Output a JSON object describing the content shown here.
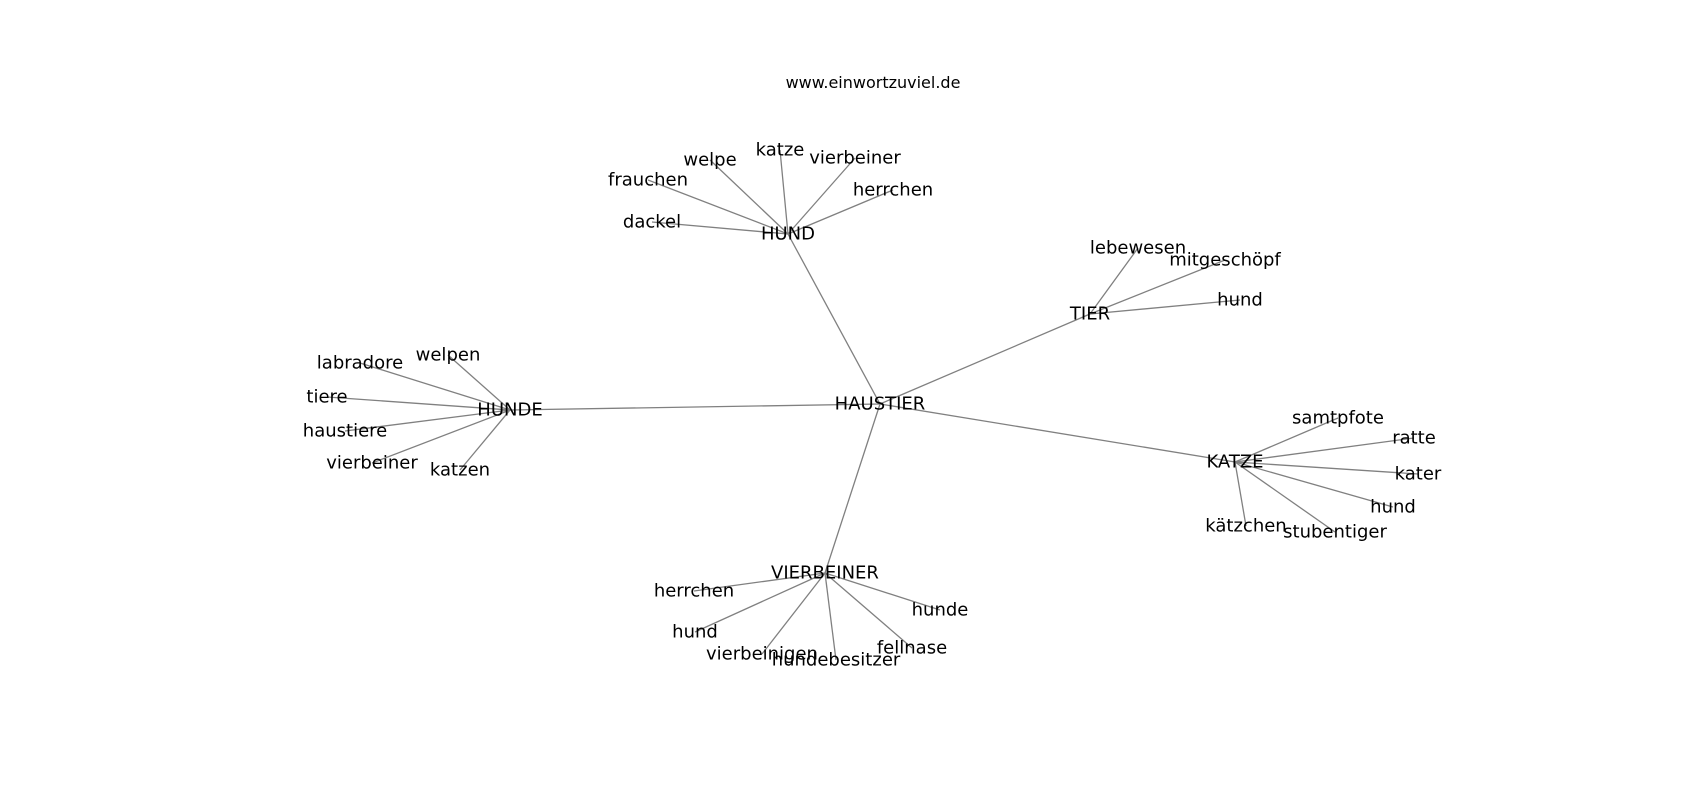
{
  "source_url": "www.einwortzuviel.de",
  "graph": {
    "root": "HAUSTIER",
    "clusters": [
      {
        "name": "HUND",
        "words": [
          "dackel",
          "frauchen",
          "welpe",
          "katze",
          "vierbeiner",
          "herrchen"
        ]
      },
      {
        "name": "TIER",
        "words": [
          "lebewesen",
          "mitgeschöpf",
          "hund"
        ]
      },
      {
        "name": "HUNDE",
        "words": [
          "labradore",
          "welpen",
          "tiere",
          "haustiere",
          "vierbeiner",
          "katzen"
        ]
      },
      {
        "name": "KATZE",
        "words": [
          "samtpfote",
          "ratte",
          "kater",
          "hund",
          "stubentiger",
          "kätzchen"
        ]
      },
      {
        "name": "VIERBEINER",
        "words": [
          "herrchen",
          "hund",
          "vierbeinigen",
          "hundebesitzer",
          "fellnase",
          "hunde"
        ]
      }
    ]
  }
}
